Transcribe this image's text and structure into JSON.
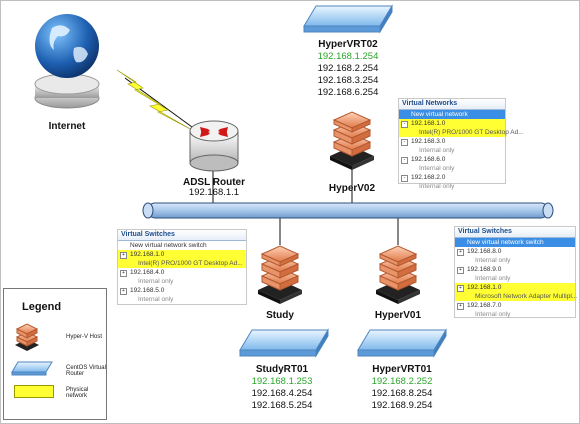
{
  "colors": {
    "green_ip": "#2aa52a",
    "highlight": "#ffff33",
    "selected": "#3a8ee6",
    "bus": "#a7c7ea"
  },
  "nodes": {
    "internet": {
      "label": "Internet",
      "icon": "globe-icon"
    },
    "adsl_router": {
      "label": "ADSL Router",
      "ip": "192.168.1.1",
      "icon": "router-icon"
    },
    "hypervrt02": {
      "label": "HyperVRT02",
      "ips": [
        "192.168.1.254",
        "192.168.2.254",
        "192.168.3.254",
        "192.168.6.254"
      ]
    },
    "hyperv02": {
      "label": "HyperV02"
    },
    "study": {
      "label": "Study"
    },
    "hyperv01": {
      "label": "HyperV01"
    },
    "studyrt01": {
      "label": "StudyRT01",
      "ips": [
        "192.168.1.253",
        "192.168.4.254",
        "192.168.5.254"
      ]
    },
    "hypervrt01": {
      "label": "HyperVRT01",
      "ips": [
        "192.168.2.252",
        "192.168.8.254",
        "192.168.9.254"
      ]
    }
  },
  "panels": {
    "hyperv02": {
      "title": "Virtual Networks",
      "rows": [
        {
          "text": "New virtual network",
          "style": "sel"
        },
        {
          "text": "192.168.1.0",
          "style": "yel",
          "expander": "-"
        },
        {
          "text": "Intel(R) PRO/1000 GT Desktop Ad...",
          "style": "yelsub"
        },
        {
          "text": "192.168.3.0",
          "expander": "-"
        },
        {
          "text": "Internal only",
          "style": "sub"
        },
        {
          "text": "192.168.6.0",
          "expander": "-"
        },
        {
          "text": "Internal only",
          "style": "sub"
        },
        {
          "text": "192.168.2.0",
          "expander": "-"
        },
        {
          "text": "Internal only",
          "style": "sub"
        }
      ]
    },
    "study": {
      "title": "Virtual Switches",
      "rows": [
        {
          "text": "New virtual network switch",
          "style": "plain"
        },
        {
          "text": "192.168.1.0",
          "style": "yel",
          "expander": "+"
        },
        {
          "text": "Intel(R) PRO/1000 GT Desktop Ad...",
          "style": "yelsub"
        },
        {
          "text": "192.168.4.0",
          "expander": "+"
        },
        {
          "text": "Internal only",
          "style": "sub"
        },
        {
          "text": "192.168.5.0",
          "expander": "+"
        },
        {
          "text": "Internal only",
          "style": "sub"
        }
      ]
    },
    "hyperv01": {
      "title": "Virtual Switches",
      "rows": [
        {
          "text": "New virtual network switch",
          "style": "sel"
        },
        {
          "text": "192.168.8.0",
          "expander": "+"
        },
        {
          "text": "Internal only",
          "style": "sub"
        },
        {
          "text": "192.168.9.0",
          "expander": "+"
        },
        {
          "text": "Internal only",
          "style": "sub"
        },
        {
          "text": "192.168.1.0",
          "style": "yel",
          "expander": "+"
        },
        {
          "text": "Microsoft Network Adapter Multipl...",
          "style": "yelsub"
        },
        {
          "text": "192.168.7.0",
          "expander": "+"
        },
        {
          "text": "Internal only",
          "style": "sub"
        }
      ]
    }
  },
  "legend": {
    "title": "Legend",
    "items": [
      {
        "label": "Hyper-V Host",
        "icon": "server-icon"
      },
      {
        "label": "CentOS Virtual Router",
        "icon": "router-slab-icon"
      },
      {
        "label": "Physical network",
        "icon": "yellow-swatch-icon"
      }
    ]
  }
}
